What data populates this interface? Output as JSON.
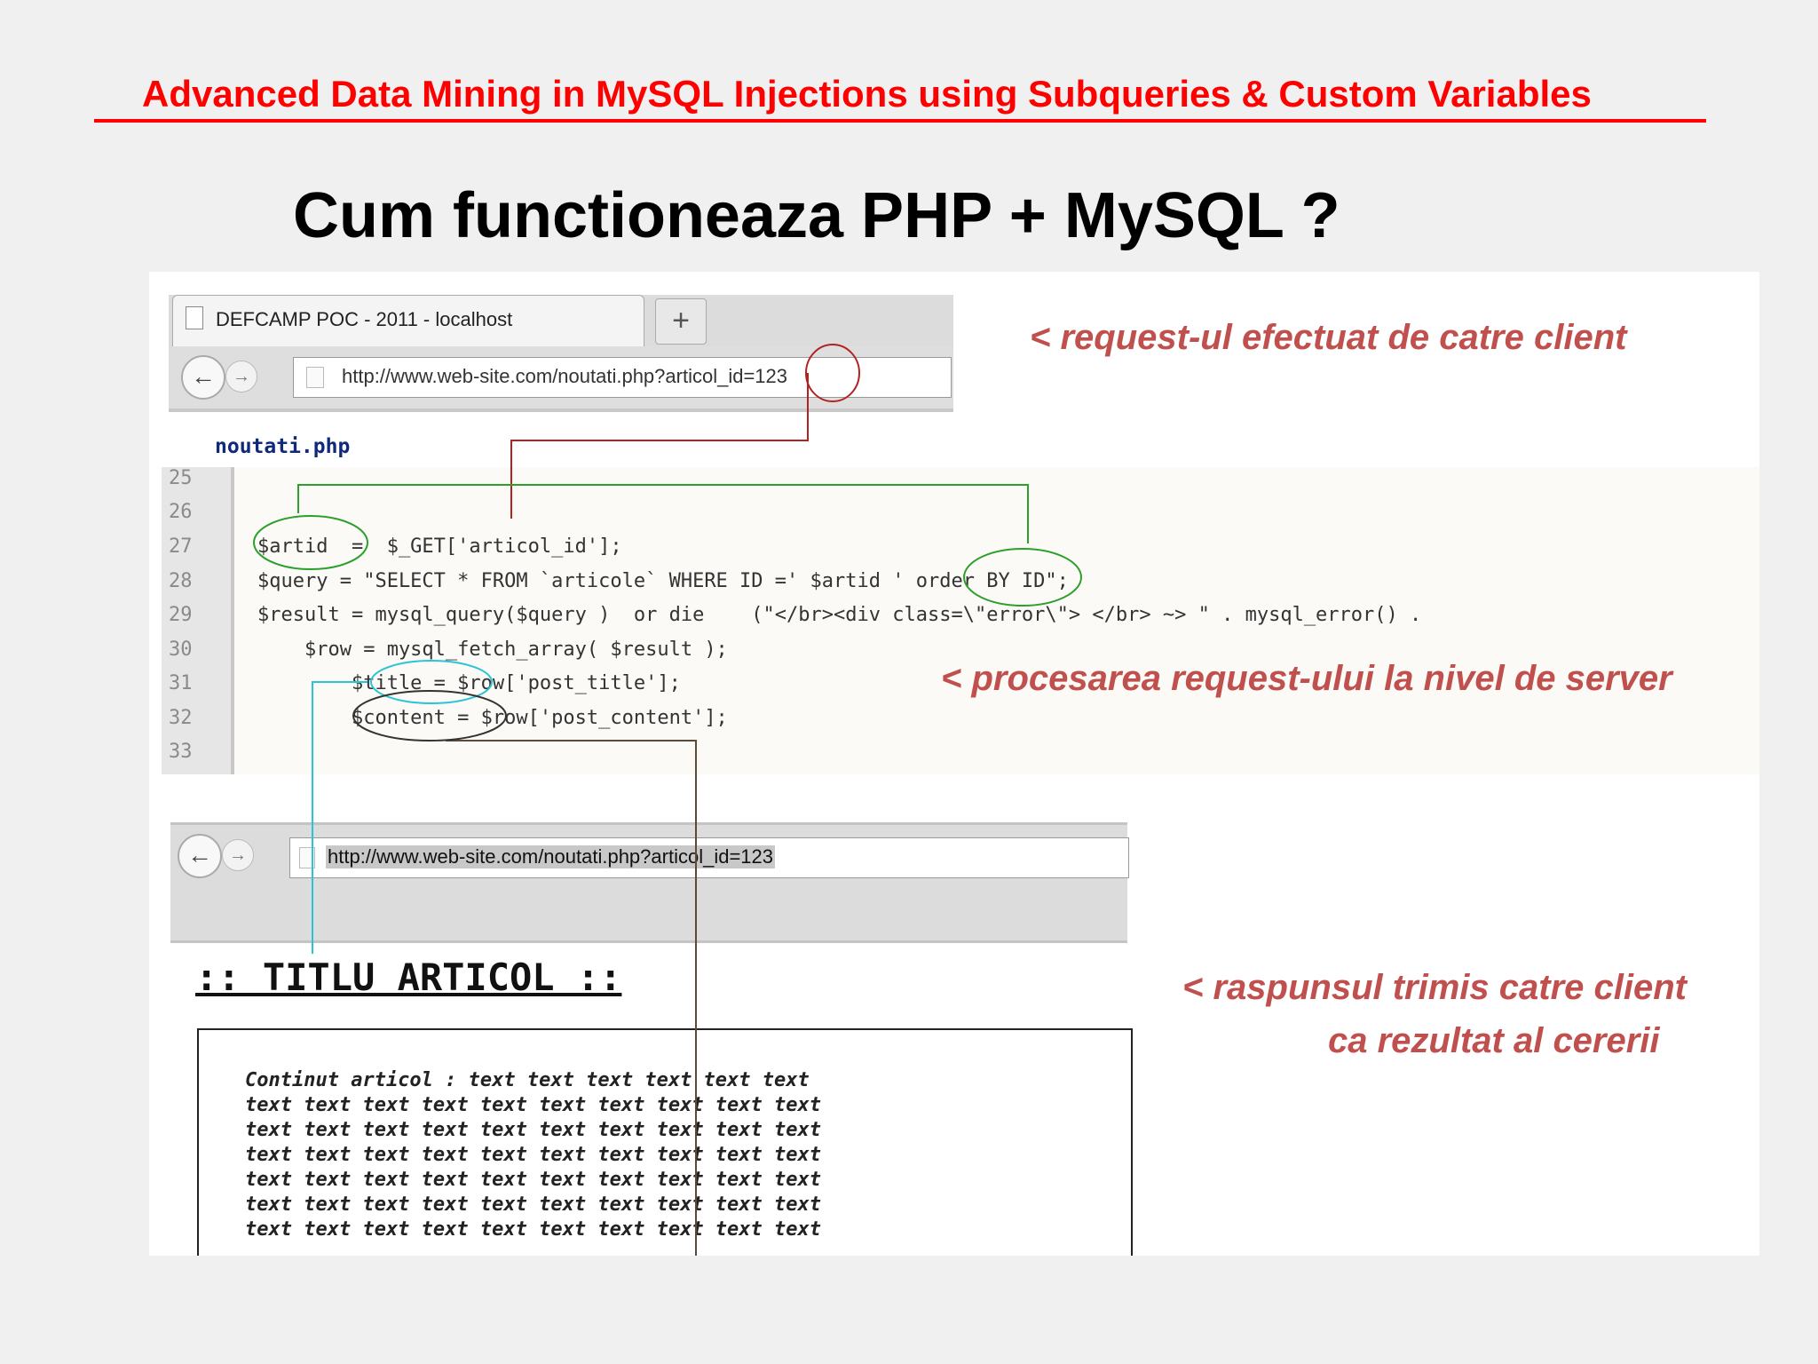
{
  "slide": {
    "header_title": "Advanced Data Mining  in MySQL Injections using Subqueries & Custom Variables",
    "heading": "Cum functioneaza PHP + MySQL ?"
  },
  "browser_top": {
    "tab_title": "DEFCAMP POC - 2011 - localhost",
    "new_tab_label": "+",
    "url": "http://www.web-site.com/noutati.php?articol_id=123"
  },
  "code": {
    "filename": "noutati.php",
    "line_numbers": [
      "25",
      "26",
      "27",
      "28",
      "29",
      "30",
      "31",
      "32",
      "33"
    ],
    "lines": [
      "",
      "",
      "$artid  =  $_GET['articol_id'];",
      "$query = \"SELECT * FROM `articole` WHERE ID =' $artid ' order BY ID\";",
      "$result = mysql_query($query )  or die    (\"</br><div class=\\\"error\\\"> </br> ~> \" . mysql_error() .",
      "    $row = mysql_fetch_array( $result );",
      "        $title = $row['post_title'];",
      "        $content = $row['post_content'];",
      ""
    ]
  },
  "annotations": {
    "request": "<  request-ul efectuat de catre client",
    "processing": "< procesarea request-ului la nivel de server",
    "response_line1": "< raspunsul trimis catre client",
    "response_line2": "ca rezultat  al cererii"
  },
  "browser_bottom": {
    "url": "http://www.web-site.com/noutati.php?articol_id=123"
  },
  "article": {
    "title": ":: TITLU ARTICOL ::",
    "lines": [
      "Continut articol : text text text text text text",
      "text text text text text text text text text text",
      "text text text text text text text text text text",
      "text text text text text text text text text text",
      "text text text text text text text text text text",
      "text text text text text text text text text text",
      "text text text text text text text text text text"
    ]
  },
  "colors": {
    "header_red": "#ff0000",
    "annotation_red": "#c0504d",
    "circle_green": "#2ca02c",
    "line_red": "#b22222",
    "line_cyan": "#29c5d6",
    "line_brown": "#5a4a3a"
  }
}
